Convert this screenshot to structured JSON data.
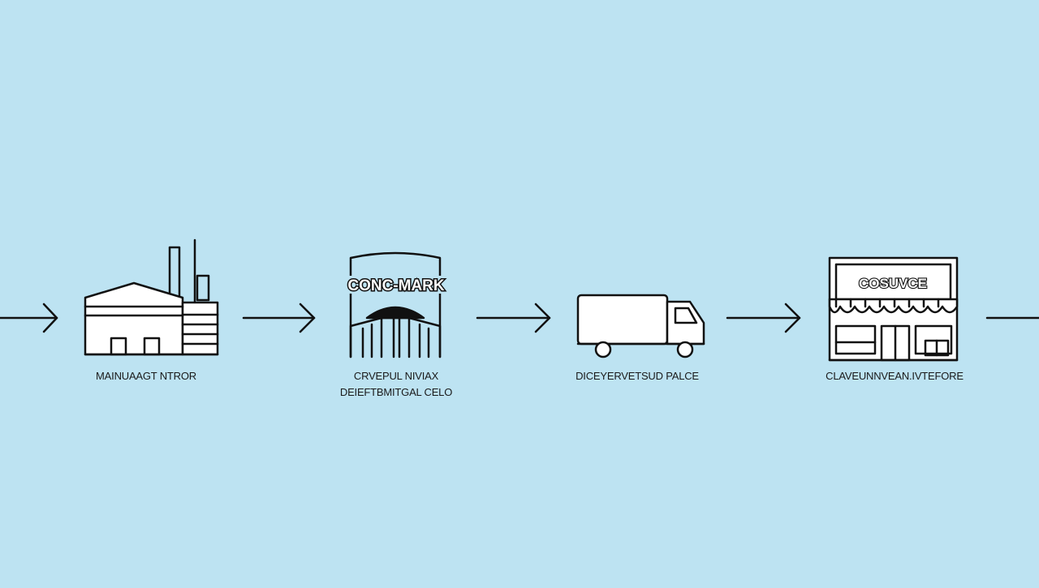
{
  "colors": {
    "background": "#bde3f2",
    "stroke": "#111111",
    "fill": "#ffffff"
  },
  "nodes": [
    {
      "icon": "factory-icon",
      "label": "MAINUAAGT NTROR"
    },
    {
      "icon": "distribution-center-icon",
      "label_line1": "CRVEPUL NIVIAX",
      "label_line2": "DEIEFTBMITGAL CELO",
      "sign": "CONC-MARK"
    },
    {
      "icon": "delivery-truck-icon",
      "label": "DICEYERVETSUD PALCE"
    },
    {
      "icon": "storefront-icon",
      "label": "CLAVEUNNVEAN.IVTEFORE",
      "sign": "COSUVCE"
    }
  ]
}
